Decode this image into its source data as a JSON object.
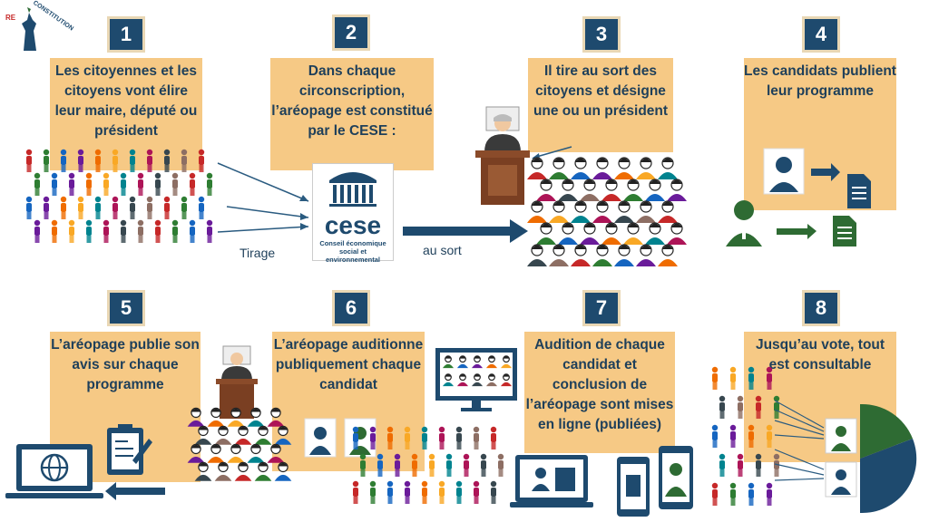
{
  "logo": {
    "text": "CONSTITUTION",
    "prefix": "RE"
  },
  "steps": [
    {
      "num": "1",
      "text": "Les citoyennes et les citoyens vont élire leur maire, député ou président"
    },
    {
      "num": "2",
      "text": "Dans chaque circonscription, l’aréopage est constitué par le CESE :"
    },
    {
      "num": "3",
      "text": "Il tire au sort des citoyens et désigne une ou un président"
    },
    {
      "num": "4",
      "text": "Les candidats publient leur programme"
    },
    {
      "num": "5",
      "text": "L’aréopage publie son avis sur chaque programme"
    },
    {
      "num": "6",
      "text": "L’aréopage auditionne publiquement chaque candidat"
    },
    {
      "num": "7",
      "text": "Audition de chaque candidat et conclusion de l’aréopage sont mises en ligne (publiées)"
    },
    {
      "num": "8",
      "text": "Jusqu’au vote, tout est consultable"
    }
  ],
  "cese": {
    "name": "cese",
    "sub": "Conseil économique social et environnemental"
  },
  "labels": {
    "tirage": "Tirage",
    "au_sort": "au sort"
  },
  "colors": {
    "navy": "#1e4a6e",
    "box": "#f6c985",
    "green": "#2e6b33",
    "dark_blue": "#1e4a6e"
  }
}
